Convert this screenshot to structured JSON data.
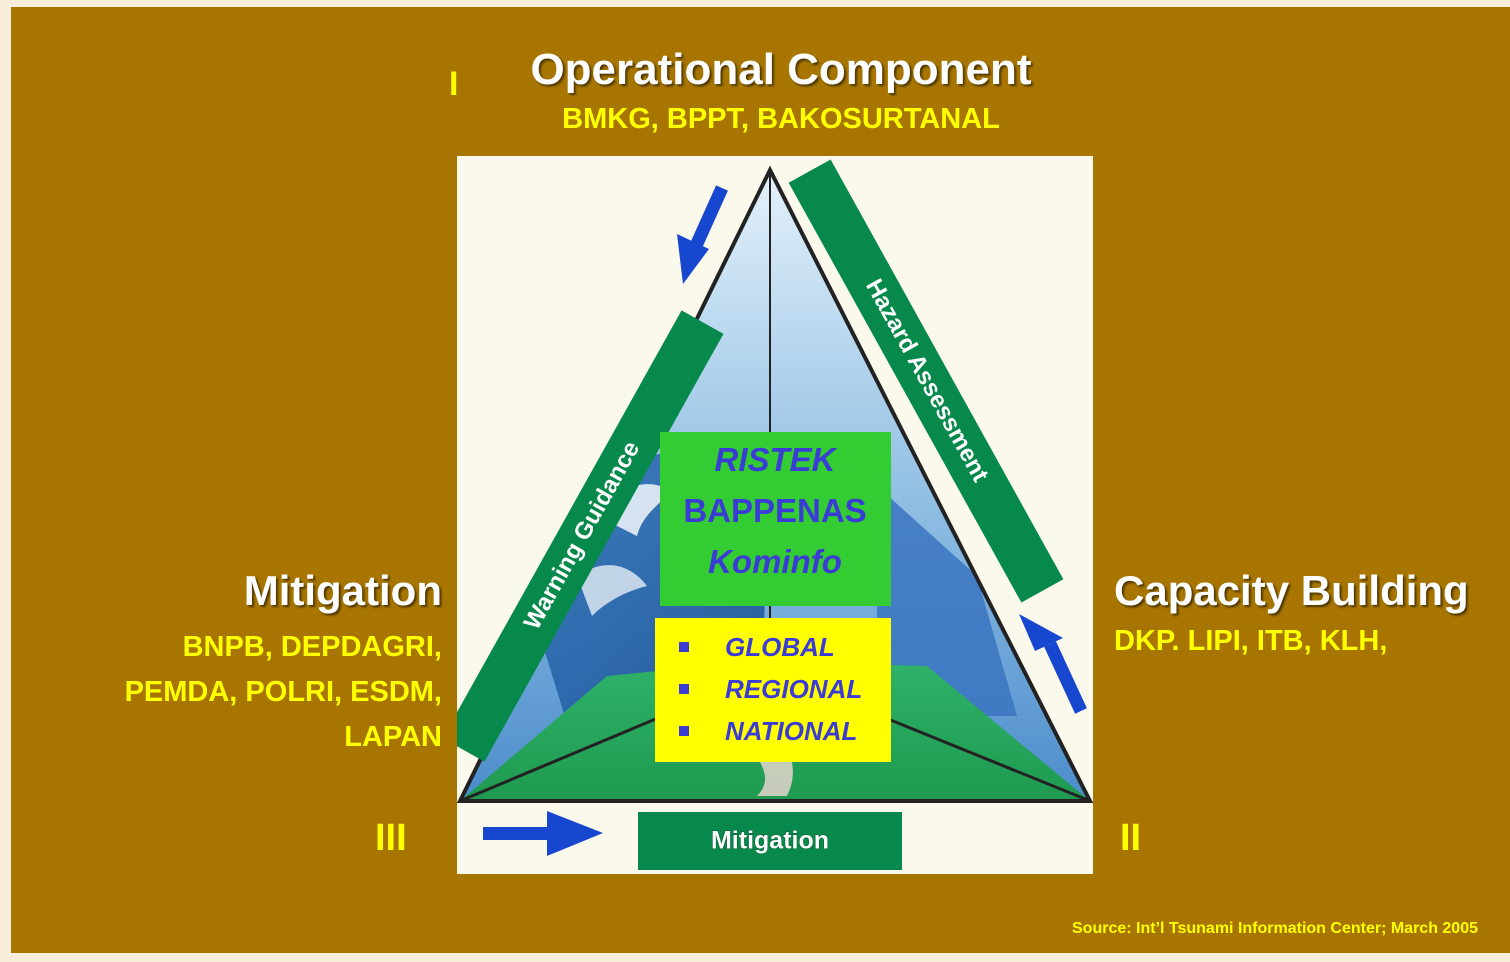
{
  "operational": {
    "title": "Operational Component",
    "agencies": "BMKG, BPPT, BAKOSURTANAL",
    "numeral": "I"
  },
  "mitigation_left": {
    "title": "Mitigation",
    "agencies": [
      "BNPB, DEPDAGRI,",
      "PEMDA, POLRI, ESDM,",
      "LAPAN"
    ],
    "numeral": "III"
  },
  "capacity": {
    "title": "Capacity Building",
    "agencies": "DKP. LIPI, ITB, KLH,",
    "numeral": "II"
  },
  "triangle": {
    "left_band": "Warning Guidance",
    "right_band": "Hazard Assessment",
    "bottom_band": "Mitigation"
  },
  "center": {
    "line1": "RISTEK",
    "line2": "BAPPENAS",
    "line3": "Kominfo",
    "levels": [
      "GLOBAL",
      "REGIONAL",
      "NATIONAL"
    ]
  },
  "source": "Source: Int’l Tsunami Information Center; March 2005",
  "colors": {
    "background": "#a87600",
    "band_green": "#06894a",
    "center_green": "#33cc33",
    "center_yellow": "#ffff00",
    "arrow_blue": "#1747cf",
    "text_yellow": "#ffff00"
  }
}
